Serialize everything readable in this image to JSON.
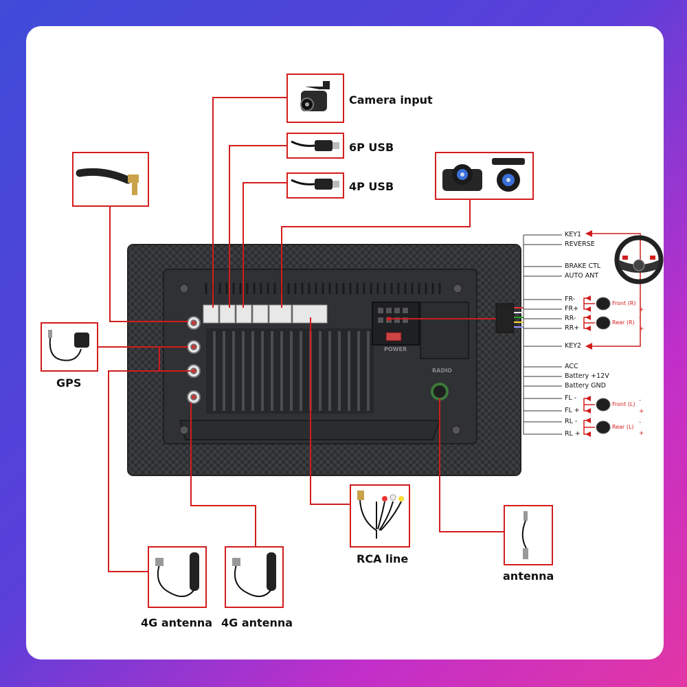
{
  "labels": {
    "camera_input": "Camera input",
    "usb_6p": "6P USB",
    "usb_4p": "4P USB",
    "gps": "GPS",
    "antenna_4g_left": "4G antenna",
    "antenna_4g_right": "4G antenna",
    "rca_line": "RCA line",
    "antenna": "antenna"
  },
  "wiring": {
    "key1": "KEY1",
    "reverse": "REVERSE",
    "brake_ctl": "BRAKE CTL",
    "auto_ant": "AUTO ANT",
    "fr_minus": "FR-",
    "fr_plus": "FR+",
    "rr_minus": "RR-",
    "rr_plus": "RR+",
    "key2": "KEY2",
    "acc": "ACC",
    "battery_12v": "Battery +12V",
    "battery_gnd": "Battery GND",
    "fl_minus": "FL -",
    "fl_plus": "FL +",
    "rl_minus": "RL -",
    "rl_plus": "RL +"
  },
  "speakers": {
    "front_r": "Front (R)",
    "rear_r": "Rear (R)",
    "front_l": "Front (L)",
    "rear_l": "Rear (L)"
  },
  "unit_markings": {
    "power": "POWER",
    "radio": "RADIO"
  },
  "colors": {
    "wire_red": "#d21c1c",
    "unit_body": "#3a3c3f",
    "background_start": "#3f4bd8",
    "background_end": "#e236a5"
  }
}
